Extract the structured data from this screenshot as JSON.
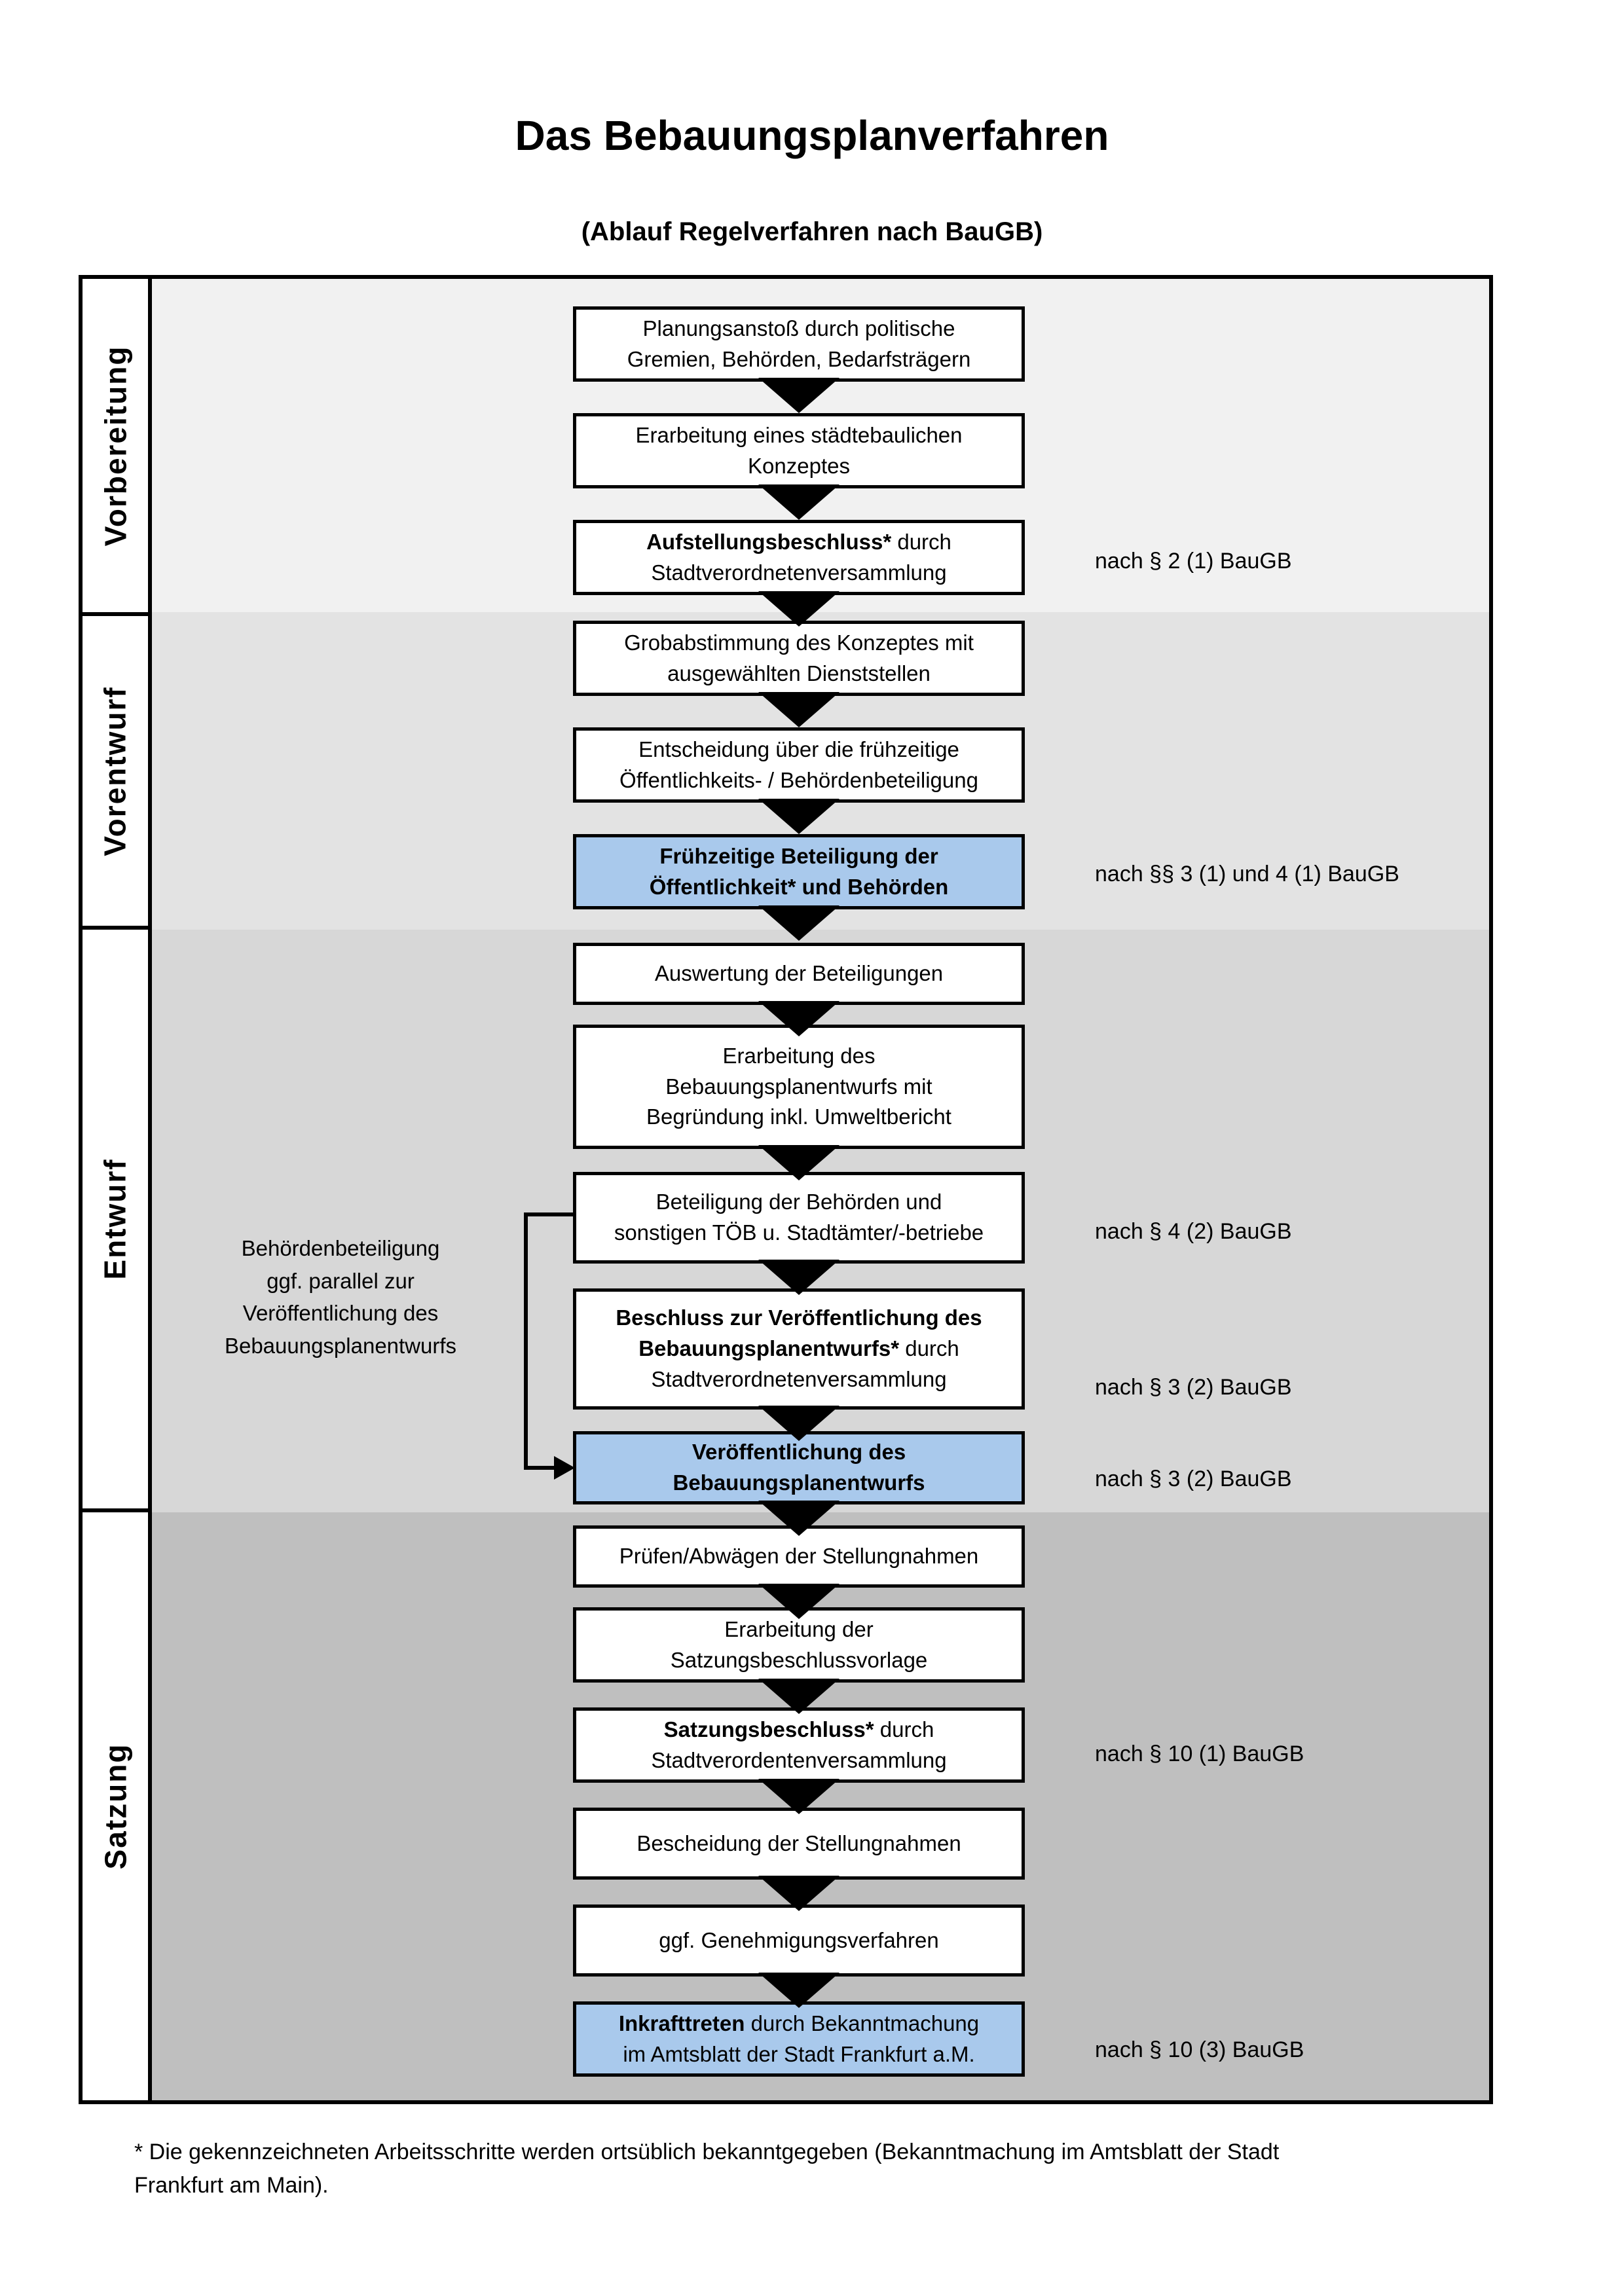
{
  "title": "Das Bebauungsplanverfahren",
  "subtitle": "(Ablauf Regelverfahren nach BauGB)",
  "sections": [
    {
      "label": "Vorbereitung"
    },
    {
      "label": "Vorentwurf"
    },
    {
      "label": "Entwurf"
    },
    {
      "label": "Satzung"
    }
  ],
  "flow": {
    "boxes": [
      {
        "bold": "",
        "text": "Planungsanstoß durch politische\nGremien, Behörden, Bedarfsträgern"
      },
      {
        "bold": "",
        "text": "Erarbeitung eines städtebaulichen\nKonzeptes"
      },
      {
        "bold": "Aufstellungsbeschluss*",
        "text": " durch\nStadtverordnetenversammlung"
      },
      {
        "bold": "",
        "text": "Grobabstimmung des Konzeptes mit\nausgewählten Dienststellen"
      },
      {
        "bold": "",
        "text": "Entscheidung über die frühzeitige\nÖffentlichkeits- / Behördenbeteiligung"
      },
      {
        "bold": "Frühzeitige Beteiligung der\nÖffentlichkeit* und Behörden",
        "text": ""
      },
      {
        "bold": "",
        "text": "Auswertung der Beteiligungen"
      },
      {
        "bold": "",
        "text": "Erarbeitung des\nBebauungsplanentwurfs mit\nBegründung inkl. Umweltbericht"
      },
      {
        "bold": "",
        "text": "Beteiligung der Behörden und\nsonstigen TÖB u. Stadtämter/-betriebe"
      },
      {
        "bold": "Beschluss zur Veröffentlichung des\nBebauungsplanentwurfs*",
        "text": " durch\nStadtverordnetenversammlung"
      },
      {
        "bold": "Veröffentlichung des\nBebauungsplanentwurfs",
        "text": ""
      },
      {
        "bold": "",
        "text": "Prüfen/Abwägen der Stellungnahmen"
      },
      {
        "bold": "",
        "text": "Erarbeitung der\nSatzungsbeschlussvorlage"
      },
      {
        "bold": "Satzungsbeschluss*",
        "text": " durch\nStadtverordentenversammlung"
      },
      {
        "bold": "",
        "text": "Bescheidung der Stellungnahmen"
      },
      {
        "bold": "",
        "text": "ggf. Genehmigungsverfahren"
      },
      {
        "bold": "Inkrafttreten",
        "text": " durch Bekanntmachung\nim Amtsblatt der Stadt Frankfurt a.M."
      }
    ],
    "refs": [
      {
        "text": "nach § 2 (1) BauGB"
      },
      {
        "text": "nach §§ 3 (1) und 4 (1) BauGB"
      },
      {
        "text": "nach § 4 (2) BauGB"
      },
      {
        "text": "nach § 3 (2) BauGB"
      },
      {
        "text": "nach § 3 (2) BauGB"
      },
      {
        "text": "nach § 10 (1) BauGB"
      },
      {
        "text": "nach § 10 (3) BauGB"
      }
    ],
    "side_note": "Behördenbeteiligung\nggf. parallel zur\nVeröffentlichung des\nBebauungsplanentwurfs"
  },
  "footnote": "* Die gekennzeichneten Arbeitsschritte werden ortsüblich bekanntgegeben (Bekanntmachung im Amtsblatt  der Stadt\nFrankfurt am Main).",
  "colors": {
    "blue_box": "#a9c9ec",
    "section1": "#f1f1f1",
    "section2": "#e3e3e3",
    "section3": "#d7d7d7",
    "section4": "#bfbfbf",
    "border": "#000000",
    "box_bg": "#ffffff"
  }
}
